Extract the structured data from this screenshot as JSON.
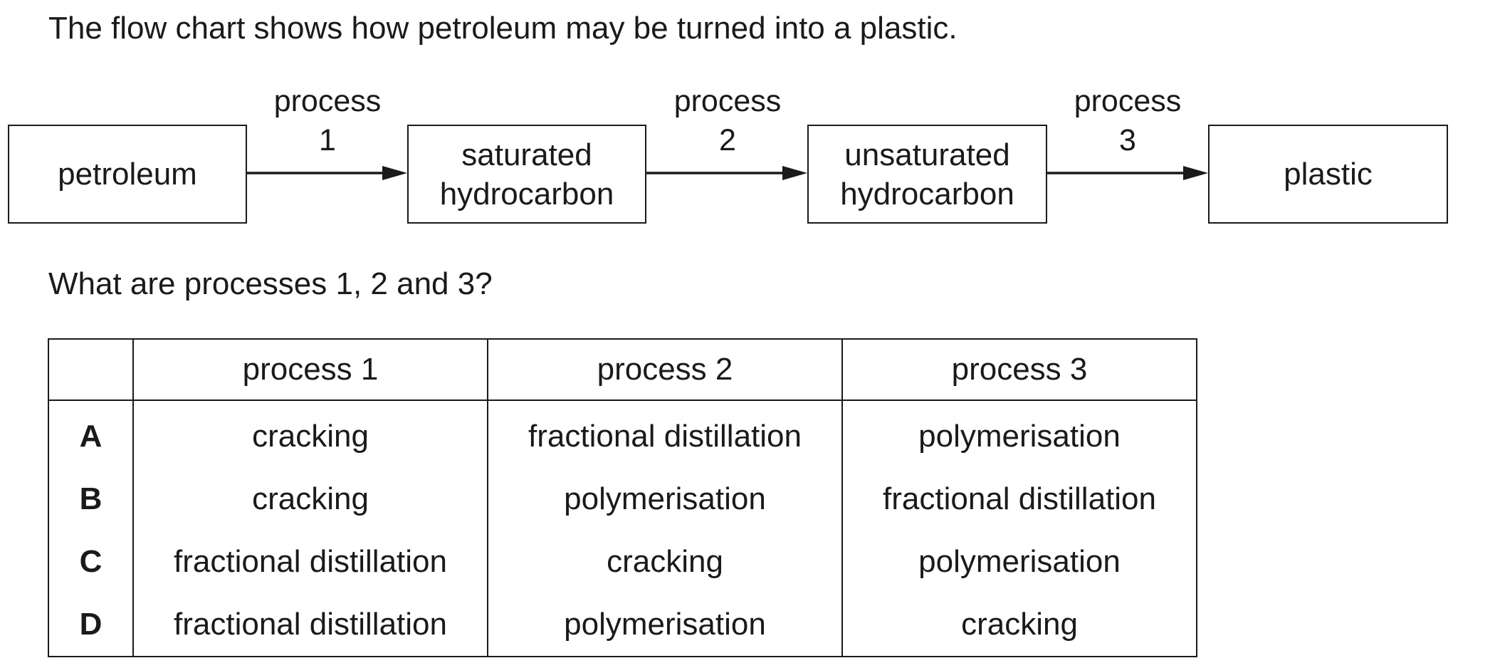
{
  "intro": "The flow chart shows how petroleum may be turned into a plastic.",
  "flow": {
    "boxes": [
      "petroleum",
      "saturated\nhydrocarbon",
      "unsaturated\nhydrocarbon",
      "plastic"
    ],
    "processes": [
      "process\n1",
      "process\n2",
      "process\n3"
    ]
  },
  "question": "What are processes 1, 2 and 3?",
  "table": {
    "headers": [
      "",
      "process 1",
      "process 2",
      "process 3"
    ],
    "rows": [
      {
        "letter": "A",
        "cells": [
          "cracking",
          "fractional distillation",
          "polymerisation"
        ]
      },
      {
        "letter": "B",
        "cells": [
          "cracking",
          "polymerisation",
          "fractional distillation"
        ]
      },
      {
        "letter": "C",
        "cells": [
          "fractional distillation",
          "cracking",
          "polymerisation"
        ]
      },
      {
        "letter": "D",
        "cells": [
          "fractional distillation",
          "polymerisation",
          "cracking"
        ]
      }
    ]
  }
}
